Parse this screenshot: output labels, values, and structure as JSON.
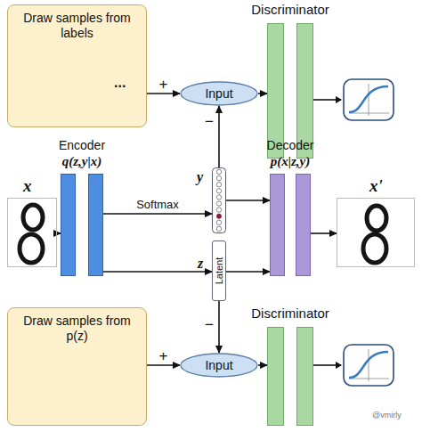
{
  "diagram": {
    "nodes": [
      {
        "text": [
          "Draw samples from labels"
        ]
      },
      {
        "text": [
          "Input"
        ]
      },
      {
        "text": [
          "Discriminator"
        ]
      },
      {
        "text": [
          "x"
        ]
      },
      {
        "text": [
          "Encoder",
          "q(z,y|x)"
        ]
      },
      {
        "text": [
          "y"
        ]
      },
      {
        "text": [
          "Latent",
          "z"
        ]
      },
      {
        "text": [
          "Decoder",
          "p(x|z,y)"
        ]
      },
      {
        "text": [
          "x'"
        ]
      },
      {
        "text": [
          "Draw samples from p(z)"
        ]
      },
      {
        "text": [
          "Input"
        ]
      },
      {
        "text": [
          "Discriminator"
        ]
      }
    ],
    "edges": [
      {
        "from": 0,
        "to": 1,
        "label": "+",
        "arrow": "to"
      },
      {
        "from": 1,
        "to": 2,
        "arrow": "to"
      },
      {
        "from": 3,
        "to": 4,
        "arrow": "to"
      },
      {
        "from": 4,
        "to": 5,
        "label": "Softmax",
        "arrow": "to"
      },
      {
        "from": 4,
        "to": 6,
        "arrow": "to"
      },
      {
        "from": 5,
        "to": 1,
        "label": "−",
        "arrow": "to"
      },
      {
        "from": 5,
        "to": 7,
        "arrow": "to"
      },
      {
        "from": 6,
        "to": 7,
        "arrow": "to"
      },
      {
        "from": 7,
        "to": 8,
        "arrow": "to"
      },
      {
        "from": 9,
        "to": 10,
        "label": "+",
        "arrow": "to"
      },
      {
        "from": 6,
        "to": 10,
        "label": "−",
        "arrow": "to"
      },
      {
        "from": 10,
        "to": 11,
        "arrow": "to"
      }
    ],
    "labels": [
      "...",
      "@vmirly"
    ]
  }
}
